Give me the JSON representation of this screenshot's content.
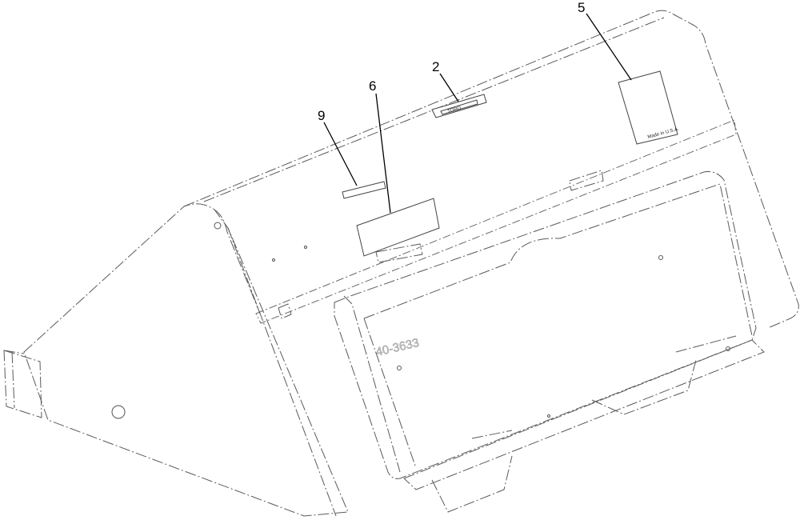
{
  "callouts": [
    {
      "id": "2",
      "label": "2"
    },
    {
      "id": "5",
      "label": "5"
    },
    {
      "id": "6",
      "label": "6"
    },
    {
      "id": "9",
      "label": "9"
    }
  ],
  "decal_5_text": "Made in U.S.A.",
  "part_number": "40-3633",
  "decal_2_text": "TORO"
}
